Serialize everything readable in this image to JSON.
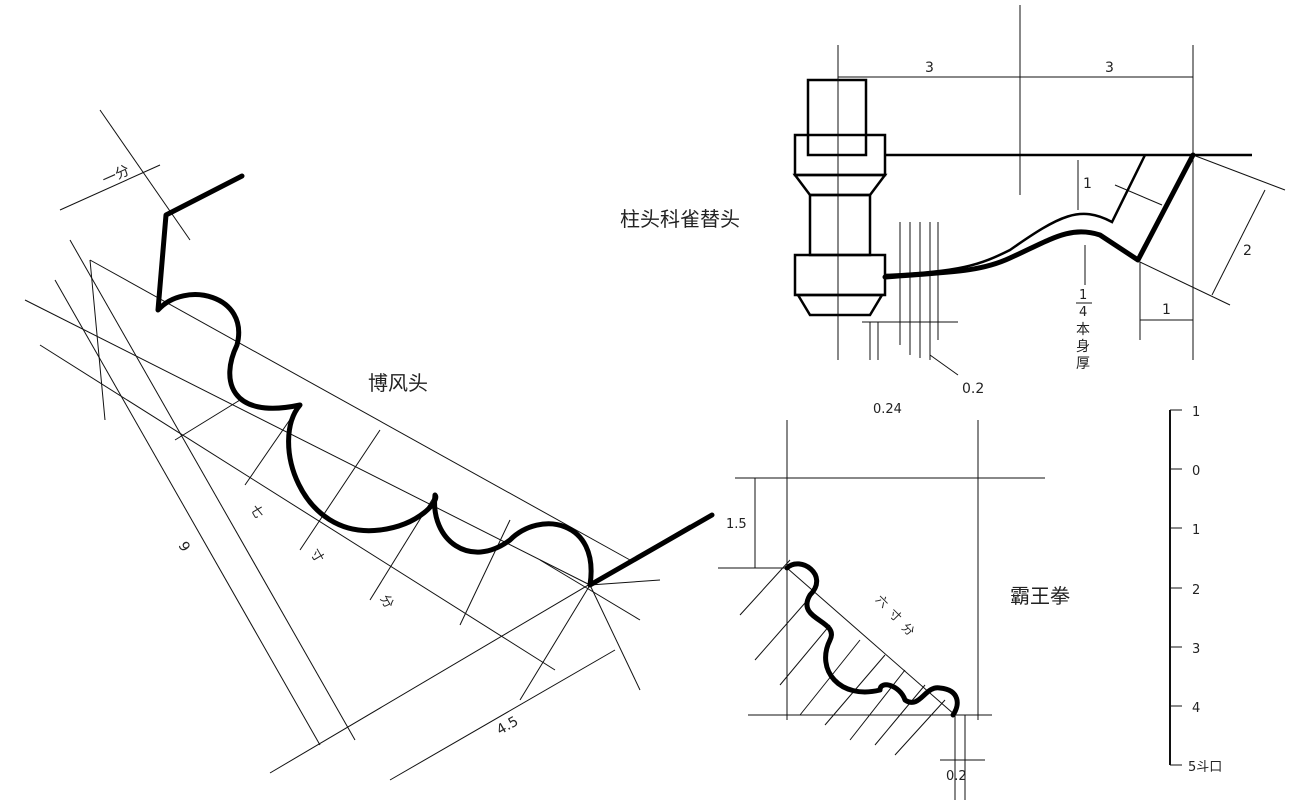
{
  "figures": {
    "bofengtou": {
      "title": "博风头",
      "dim_top": "一分",
      "dim_side": "9",
      "dim_bottom": "4.5",
      "diag_label": [
        "七",
        "寸",
        "分"
      ]
    },
    "zhutou": {
      "title": "柱头科雀替头",
      "dim_a": "3",
      "dim_b": "3",
      "dim_height": "1",
      "dim_slant": "2",
      "dim_right": "1",
      "dim_small_a": "0.2",
      "dim_small_b": "0.24",
      "frac_num": "1",
      "frac_den": "4",
      "note": [
        "本",
        "身",
        "厚"
      ]
    },
    "bawangquan": {
      "title": "霸王拳",
      "dim_height": "1.5",
      "dim_bottom": "0.2",
      "diag_label": [
        "六",
        "寸",
        "分"
      ]
    }
  },
  "scale": {
    "ticks": [
      "1",
      "0",
      "1",
      "2",
      "3",
      "4",
      "5斗口"
    ]
  }
}
